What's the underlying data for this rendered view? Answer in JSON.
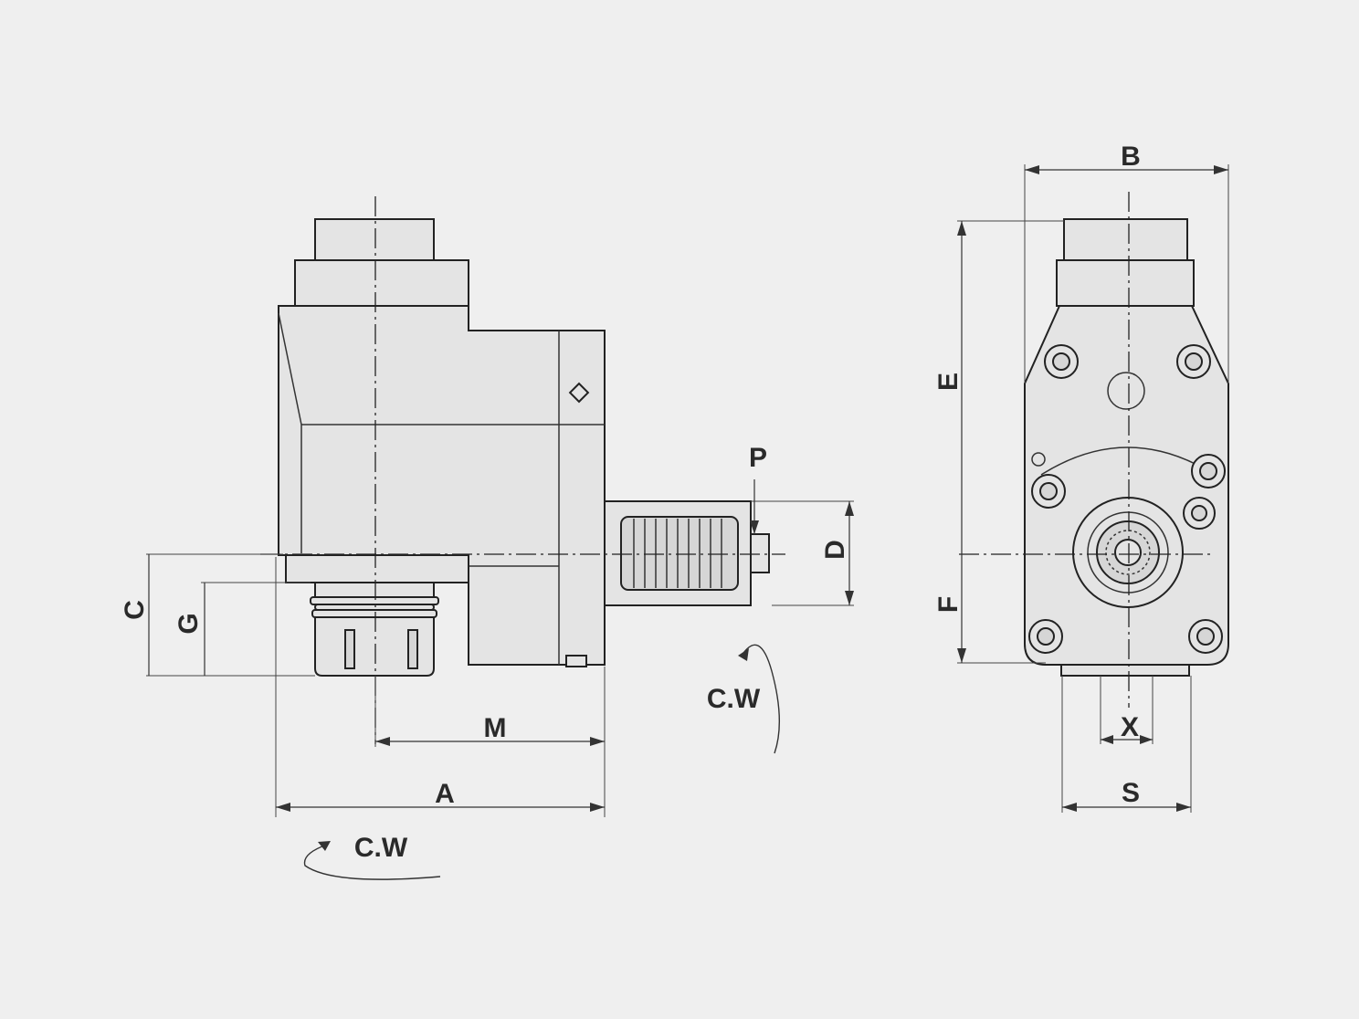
{
  "labels": {
    "A": "A",
    "B": "B",
    "C": "C",
    "D": "D",
    "E": "E",
    "F": "F",
    "G": "G",
    "M": "M",
    "P": "P",
    "S": "S",
    "X": "X",
    "cw_output": "C.W",
    "cw_input": "C.W"
  }
}
